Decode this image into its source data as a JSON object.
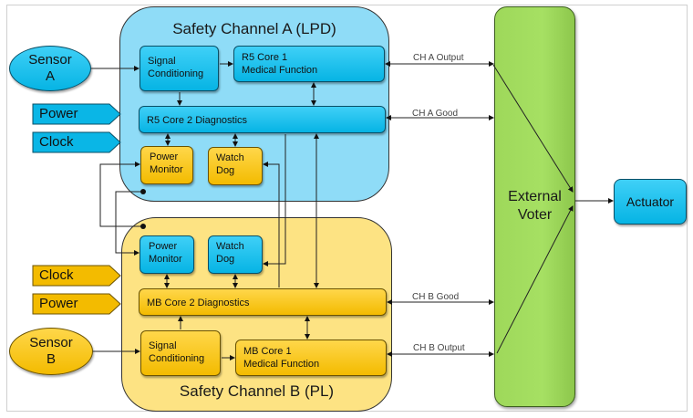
{
  "diagram": {
    "channel_a": {
      "title": "Safety Channel A (LPD)",
      "sensor": "Sensor A",
      "inputs": [
        "Power",
        "Clock"
      ],
      "signal_conditioning": "Signal Conditioning",
      "core1_line1": "R5 Core 1",
      "core1_line2": "Medical Function",
      "core2": "R5 Core 2 Diagnostics",
      "power_monitor": "Power Monitor",
      "watch_dog": "Watch Dog",
      "output_signal": "CH A Output",
      "good_signal": "CH A Good"
    },
    "channel_b": {
      "title": "Safety Channel B (PL)",
      "sensor": "Sensor B",
      "inputs": [
        "Clock",
        "Power"
      ],
      "signal_conditioning": "Signal Conditioning",
      "core1_line1": "MB Core 1",
      "core1_line2": "Medical Function",
      "core2": "MB Core 2 Diagnostics",
      "power_monitor": "Power Monitor",
      "watch_dog": "Watch Dog",
      "output_signal": "CH B Output",
      "good_signal": "CH B Good"
    },
    "voter": {
      "line1": "External",
      "line2": "Voter"
    },
    "actuator": "Actuator",
    "colors": {
      "channel_a_bg": "#8fdcf7",
      "channel_b_bg": "#fde383",
      "block_blue": "#06b4e4",
      "block_gold": "#f3bb00",
      "voter_green": "#a6e063"
    }
  }
}
